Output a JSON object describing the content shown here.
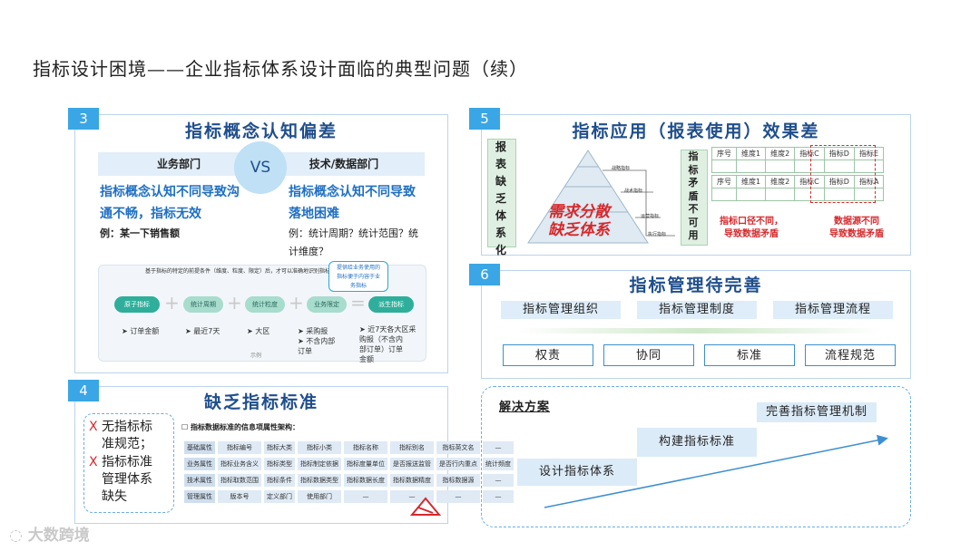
{
  "page_title": "指标设计困境——企业指标体系设计面临的典型问题（续）",
  "watermark": "大数跨境",
  "panel3": {
    "number": "3",
    "title": "指标概念认知偏差",
    "vs": "VS",
    "left_dept": "业务部门",
    "right_dept": "技术/数据部门",
    "left_text": [
      "指标概念认知不同导致沟",
      "通不畅，指标无效"
    ],
    "left_example": "例：某一下销售额",
    "right_text": [
      "指标概念认知不同导致",
      "落地困难"
    ],
    "right_example": [
      "例：统计周期？统计范围？统",
      "计维度？"
    ],
    "diagram": {
      "top_note": "基于指标的特定的前提条件（维度、粒度、限定）后，才可以准确地识别指标",
      "callout": [
        "提供给业务使用的",
        "指标便于内容于业",
        "务指标"
      ],
      "pills": [
        "原子指标",
        "统计周期",
        "统计粒度",
        "业务限定",
        "派生指标"
      ],
      "bullets": [
        "订单金额",
        "最近7天",
        "大区",
        "采购报",
        "不含内部订单",
        "近7天各大区采",
        "购报（不含内",
        "部订单）订单",
        "金额"
      ],
      "footer": "示例"
    }
  },
  "panel4": {
    "number": "4",
    "title": "缺乏指标标准",
    "issues": [
      {
        "mark": "X",
        "lines": [
          "无指标标",
          "准规范；"
        ]
      },
      {
        "mark": "X",
        "lines": [
          "指标标准",
          "管理体系",
          "缺失"
        ]
      }
    ],
    "table_caption": "指标数据标准的信息项属性架构：",
    "table_rows": [
      [
        "基础属性",
        "指标编号",
        "指标大类",
        "指标小类",
        "指标名称",
        "指标别名",
        "指标英文名",
        "—"
      ],
      [
        "业务属性",
        "指标业务含义",
        "指标类型",
        "指标制定依据",
        "指标度量单位",
        "是否报送监管",
        "是否行内重点",
        "统计频度"
      ],
      [
        "技术属性",
        "指标取数范围",
        "指标条件",
        "指标数据类型",
        "指标数据长度",
        "指标数据精度",
        "指标数据源",
        "—"
      ],
      [
        "管理属性",
        "版本号",
        "定义部门",
        "使用部门",
        "—",
        "—",
        "—",
        "—"
      ]
    ]
  },
  "panel5": {
    "number": "5",
    "title": "指标应用（报表使用）效果差",
    "left_vertical": [
      "报",
      "表",
      "缺",
      "乏",
      "体",
      "系",
      "化"
    ],
    "pyramid_text": [
      "需求分散",
      "缺乏体系"
    ],
    "pyramid_tags": [
      "战略指标",
      "战术指标",
      "运营指标",
      "执行指标"
    ],
    "mid_vertical": [
      "指",
      "标",
      "矛",
      "盾",
      "不",
      "可",
      "用"
    ],
    "table_header_1": [
      "序号",
      "维度1",
      "维度2",
      "指标C",
      "指标D",
      "指标E"
    ],
    "table_header_2": [
      "序号",
      "维度1",
      "维度2",
      "指标C",
      "指标D",
      "指标A"
    ],
    "note1": [
      "指标口径不同，",
      "导致数据矛盾"
    ],
    "note2": [
      "数据源不同",
      "导致数据矛盾"
    ]
  },
  "panel6": {
    "number": "6",
    "title": "指标管理待完善",
    "row1": [
      "指标管理组织",
      "指标管理制度",
      "指标管理流程"
    ],
    "row2": [
      "权责",
      "协同",
      "标准",
      "流程规范"
    ]
  },
  "solution": {
    "title": "解决方案",
    "steps": [
      "设计指标体系",
      "构建指标标准",
      "完善指标管理机制"
    ]
  },
  "colors": {
    "accent": "#3aa6e6",
    "title_blue": "#1f4e8c",
    "text_blue": "#1f6fc4",
    "alert_red": "#d6282b"
  }
}
